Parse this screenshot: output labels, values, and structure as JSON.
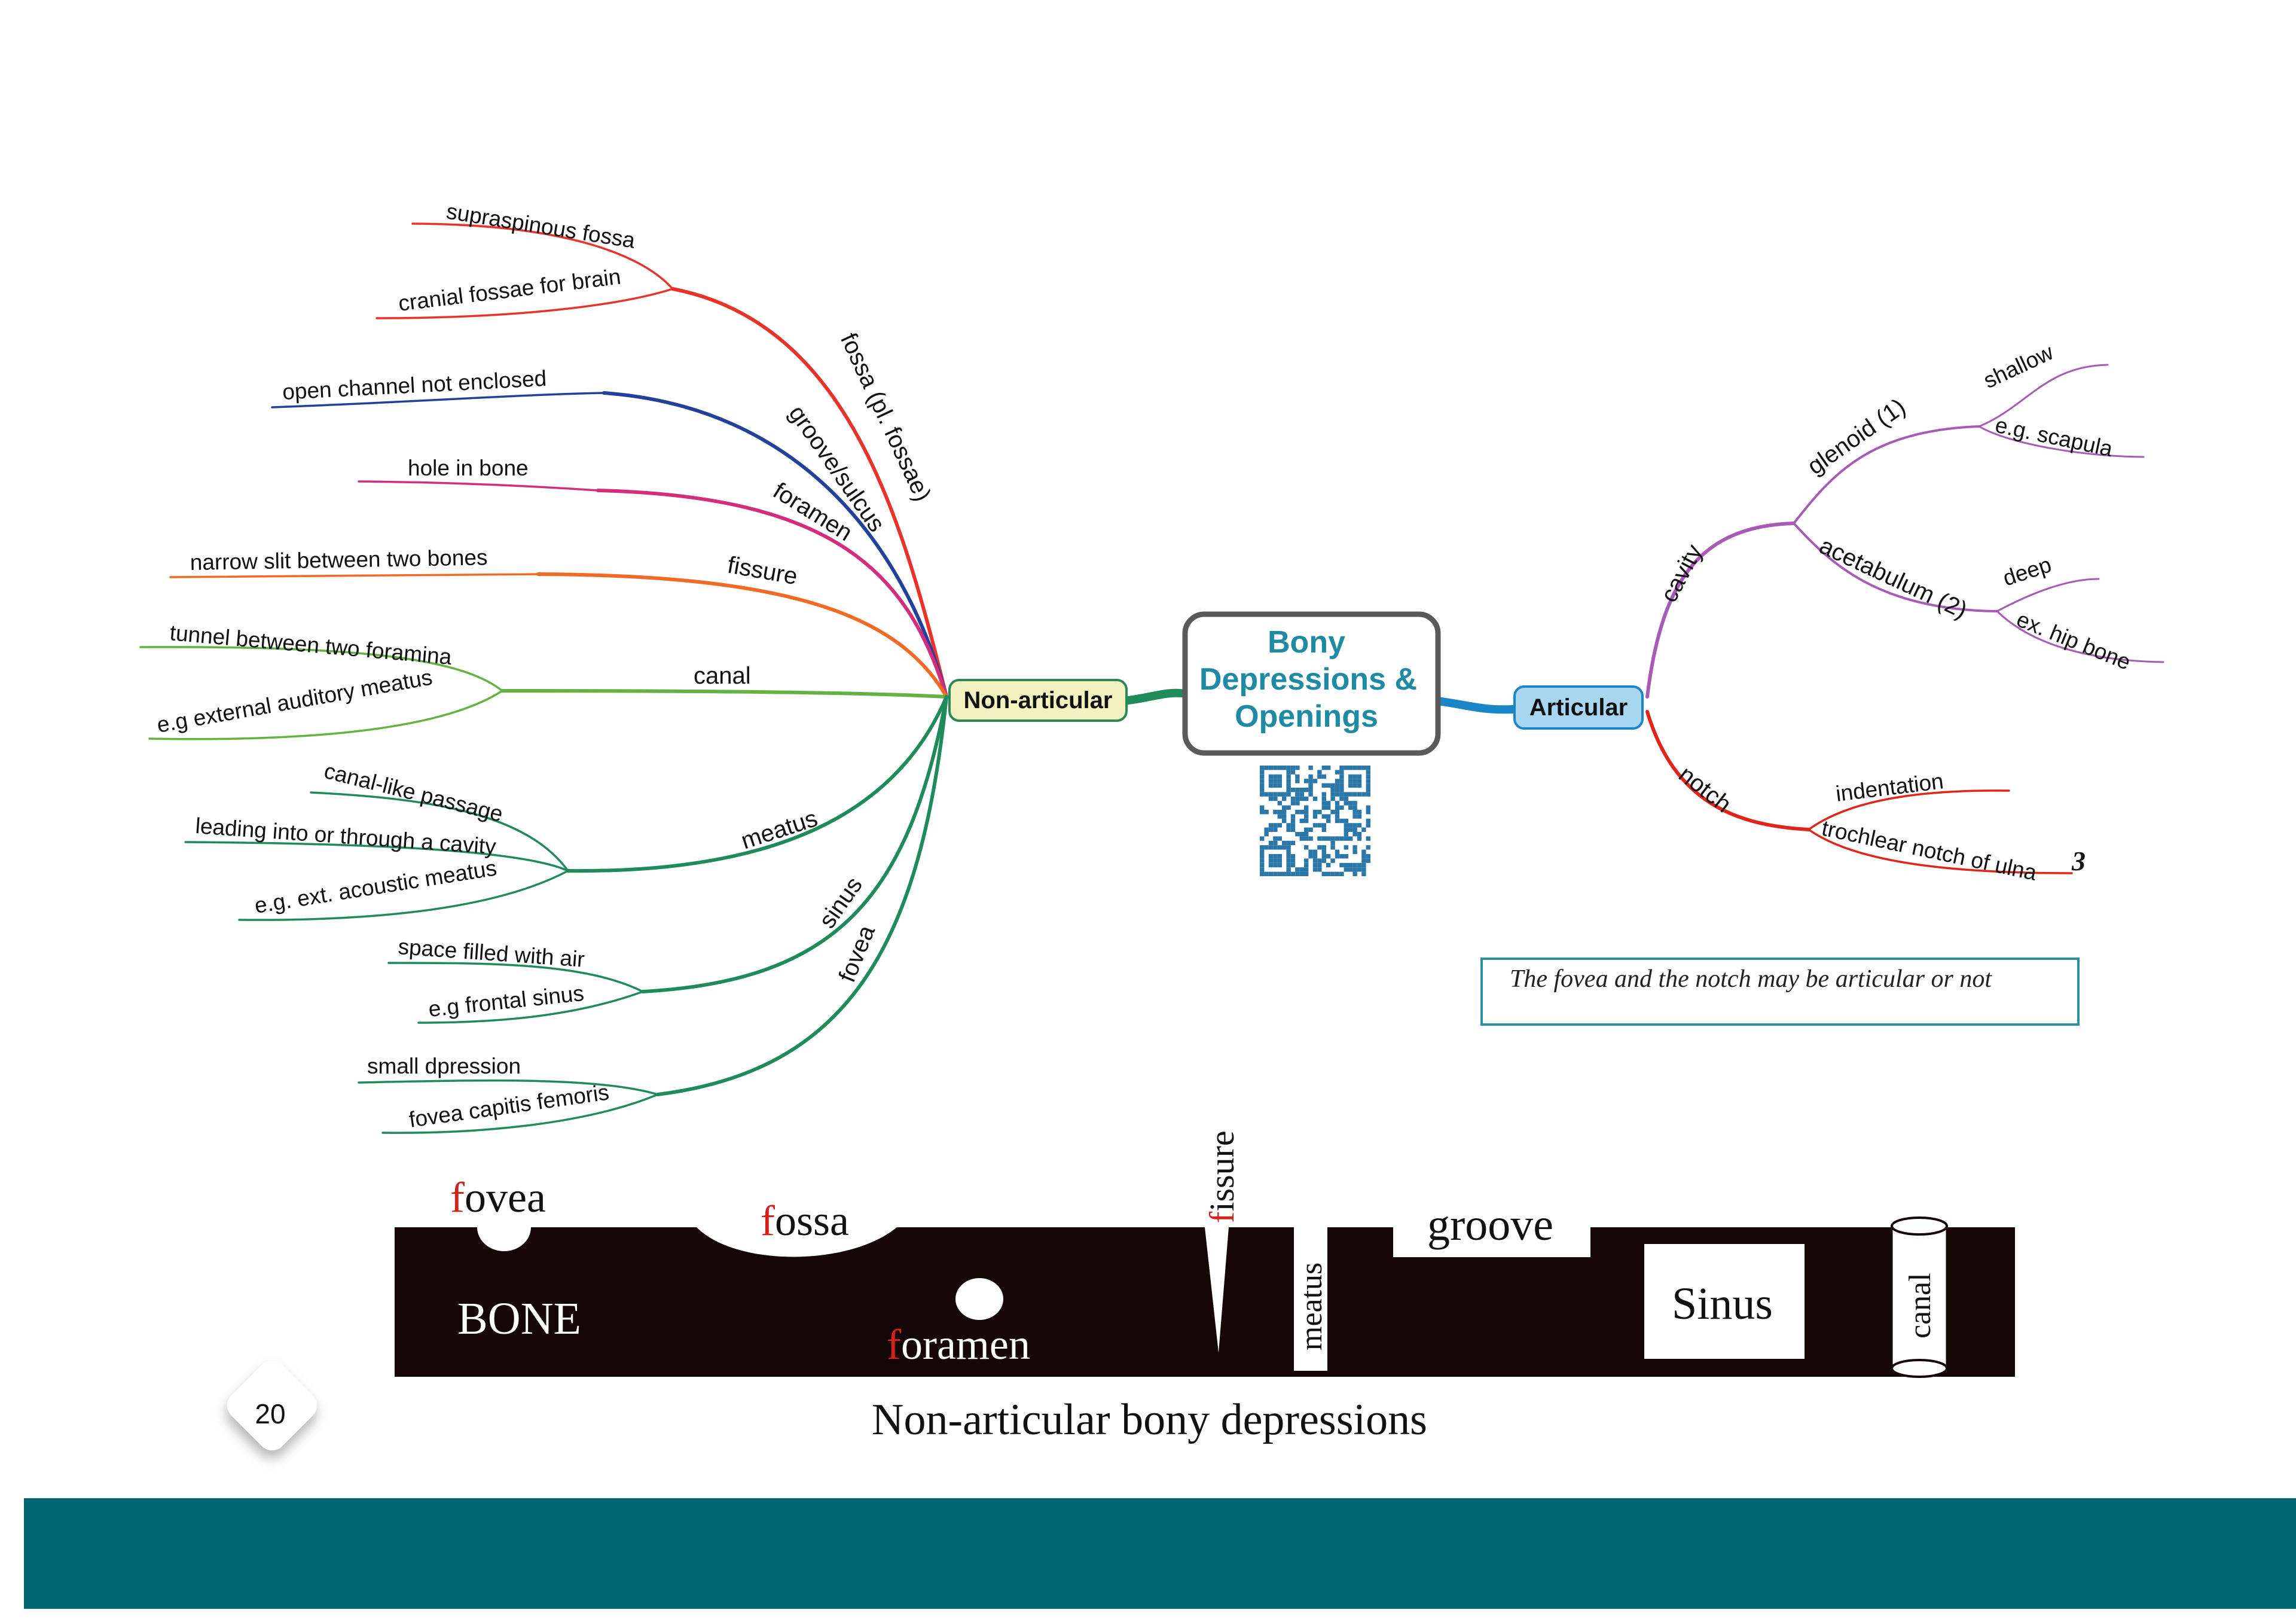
{
  "mindmap": {
    "center": {
      "line1": "Bony",
      "line2": "Depressions &",
      "line3": "Openings"
    },
    "non_articular": {
      "label": "Non-articular",
      "branches": {
        "fossa": {
          "label": "fossa (pl. fossae)",
          "leaves": [
            "supraspinous fossa",
            "cranial fossae for brain"
          ]
        },
        "groove": {
          "label": "groove/sulcus",
          "leaves": [
            "open channel not enclosed"
          ]
        },
        "foramen": {
          "label": "foramen",
          "leaves": [
            "hole in bone"
          ]
        },
        "fissure": {
          "label": "fissure",
          "leaves": [
            "narrow slit between two bones"
          ]
        },
        "canal": {
          "label": "canal",
          "leaves": [
            "tunnel between two foramina",
            "e.g external auditory meatus"
          ]
        },
        "meatus": {
          "label": "meatus",
          "leaves": [
            "canal-like passage",
            "leading into or through a cavity",
            "e.g. ext. acoustic meatus"
          ]
        },
        "sinus": {
          "label": "sinus",
          "leaves": [
            "space filled with air",
            "e.g frontal sinus"
          ]
        },
        "fovea": {
          "label": "fovea",
          "leaves": [
            "small dpression",
            "fovea capitis femoris"
          ]
        }
      }
    },
    "articular": {
      "label": "Articular",
      "cavity": {
        "label": "cavity",
        "glenoid": {
          "label": "glenoid (1)",
          "leaves": [
            "shallow",
            "e.g. scapula"
          ]
        },
        "acetabulum": {
          "label": "acetabulum (2)",
          "leaves": [
            "deep",
            "ex. hip bone"
          ]
        }
      },
      "notch": {
        "label": "notch",
        "leaves": [
          "indentation",
          "trochlear notch of ulna"
        ]
      },
      "footnote_mark": "3"
    },
    "note": "The fovea and the notch may be articular or not"
  },
  "illustration": {
    "bone": "BONE",
    "fovea": {
      "initial": "f",
      "rest": "ovea"
    },
    "fossa": {
      "initial": "f",
      "rest": "ossa"
    },
    "foramen": {
      "initial": "f",
      "rest": "oramen"
    },
    "fissure": {
      "initial": "f",
      "rest": "issure"
    },
    "meatus": "meatus",
    "groove": "groove",
    "sinus": "Sinus",
    "canal": "canal",
    "caption": "Non-articular bony depressions"
  },
  "page_number": "20",
  "colors": {
    "fossa": "#e8322a",
    "groove": "#23409a",
    "foramen": "#d42d7c",
    "fissure": "#f26a25",
    "canal": "#62b33f",
    "green": "#1f8a5a",
    "articular_purple": "#a85bb6",
    "notch_red": "#e2251b",
    "center_text": "#1f8aa3",
    "non_articular_fill": "#f2f1bf",
    "articular_fill": "#a8d6f0",
    "bone": "#150707",
    "initial_red": "#d4211b",
    "footer": "#006672"
  }
}
